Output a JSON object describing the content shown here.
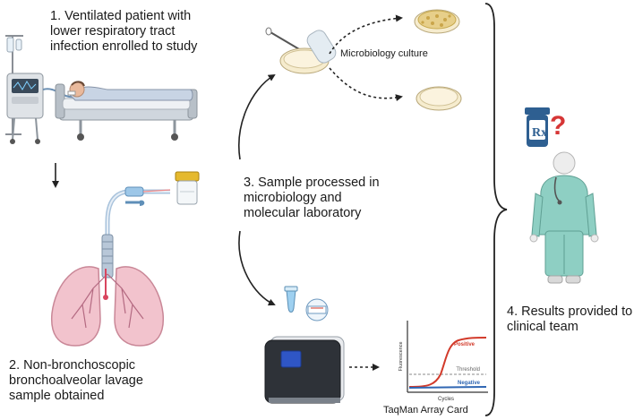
{
  "steps": {
    "step1": "1. Ventilated patient with\nlower respiratory tract\ninfection enrolled to study",
    "step2": "2. Non-bronchoscopic\nbronchoalveolar lavage\nsample obtained",
    "step3": "3. Sample processed in\nmicrobiology and\nmolecular laboratory",
    "step4": "4. Results provided to\nclinical team"
  },
  "labels": {
    "culture": "Microbiology culture",
    "taqman": "TaqMan Array Card"
  },
  "pcr_plot": {
    "positive": "Positive",
    "threshold": "Threshold",
    "negative": "Negative",
    "x_axis": "Cycles",
    "y_axis": "Fluorescence"
  },
  "rx_label": "Rx",
  "question_mark": "?",
  "icons": [
    "iv-stand-icon",
    "ventilator-icon",
    "hospital-bed-icon",
    "patient-icon",
    "sample-container-icon",
    "catheter-icon",
    "lungs-icon",
    "petri-dish-icon",
    "swab-icon",
    "pcr-tube-icon",
    "taqman-card-icon",
    "pcr-machine-icon",
    "medicine-bottle-icon",
    "clinician-icon",
    "curly-brace-icon"
  ],
  "colors": {
    "lung": "#f2c3cd",
    "lung_outline": "#c98797",
    "scrubs": "#8ecfc3",
    "bottle": "#2e5f91",
    "question": "#d63636",
    "culture_colony": "#e7cf8a",
    "agar": "#f6ecce",
    "positive_curve": "#d23a2a",
    "negative_curve": "#2f66b3"
  }
}
